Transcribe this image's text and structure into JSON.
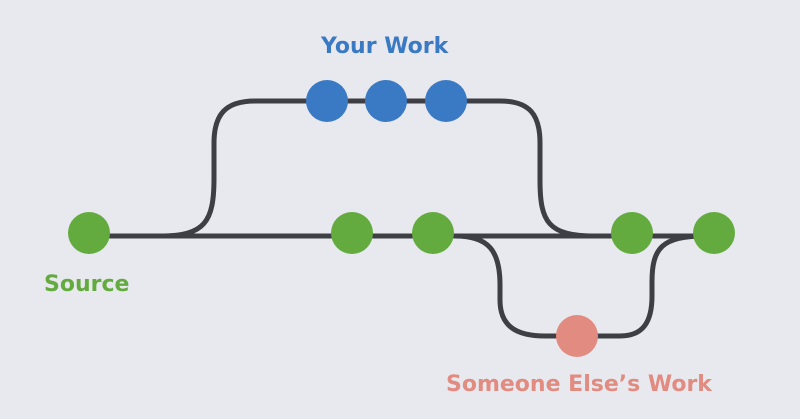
{
  "labels": {
    "your_work": "Your Work",
    "source": "Source",
    "someone_else": "Someone Else’s Work"
  },
  "colors": {
    "background": "#e8e9ee",
    "line": "#3d3f44",
    "your_work": "#3a79c3",
    "source": "#63ab3e",
    "someone_else": "#e28b80"
  }
}
